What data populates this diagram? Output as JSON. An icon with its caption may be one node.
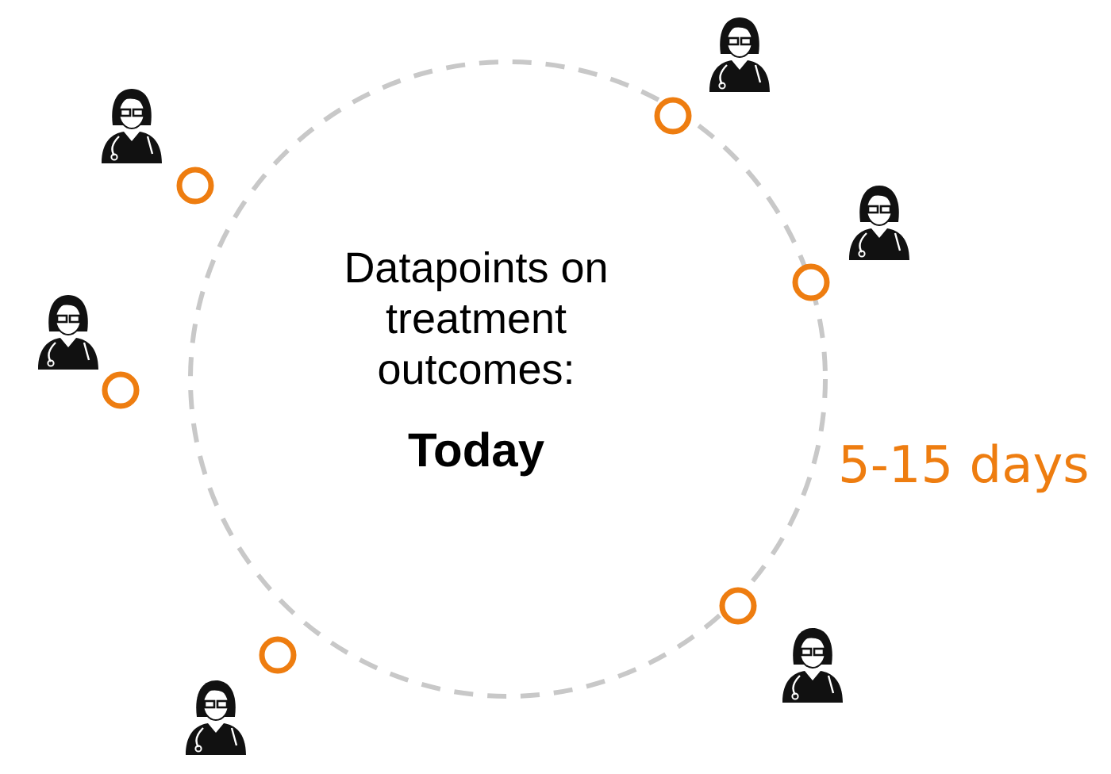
{
  "diagram": {
    "labels": [
      "Datapoints on treatment outcomes:",
      "Today",
      "5-15 days"
    ]
  }
}
